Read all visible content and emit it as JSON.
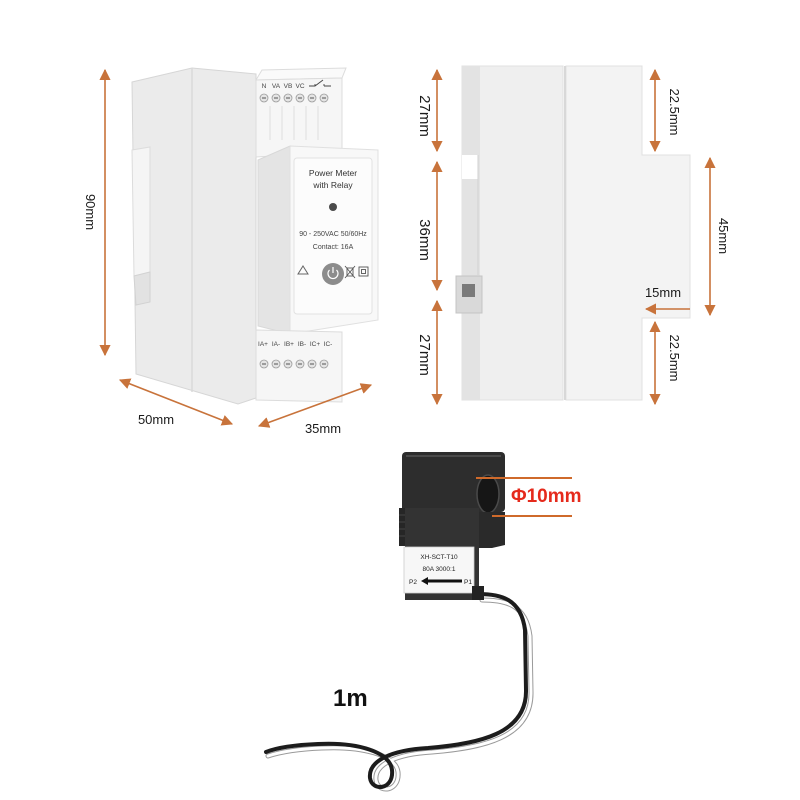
{
  "device_front": {
    "top_terminal_labels": [
      "N",
      "VA",
      "VB",
      "VC"
    ],
    "panel_title_line1": "Power Meter",
    "panel_title_line2": "with Relay",
    "spec_voltage": "90 - 250VAC 50/60Hz",
    "spec_contact": "Contact: 16A",
    "bottom_terminal_labels": [
      "IA+",
      "IA-",
      "IB+",
      "IB-",
      "IC+",
      "IC-"
    ]
  },
  "dimensions_front": {
    "height": "90mm",
    "width": "50mm",
    "depth": "35mm"
  },
  "dimensions_side": {
    "top": "27mm",
    "middle": "36mm",
    "bottom": "27mm",
    "right_top": "22.5mm",
    "right_middle": "45mm",
    "step": "15mm",
    "right_bottom": "22.5mm"
  },
  "ct_clamp": {
    "diameter": "Φ10mm",
    "model": "XH-SCT-T10",
    "rating": "80A 3000:1",
    "p2": "P2",
    "p1": "P1",
    "cable_length": "1m"
  },
  "icons": [
    "relay-switch-icon",
    "recycle-icon",
    "power-button-icon",
    "weee-bin-icon",
    "double-insulation-icon",
    "arrow-left-icon"
  ],
  "colors": {
    "dimension_line": "#c8733b",
    "diameter_text": "#e52a1c",
    "device_body": "#efefef",
    "ct_body": "#2d2d2d"
  }
}
